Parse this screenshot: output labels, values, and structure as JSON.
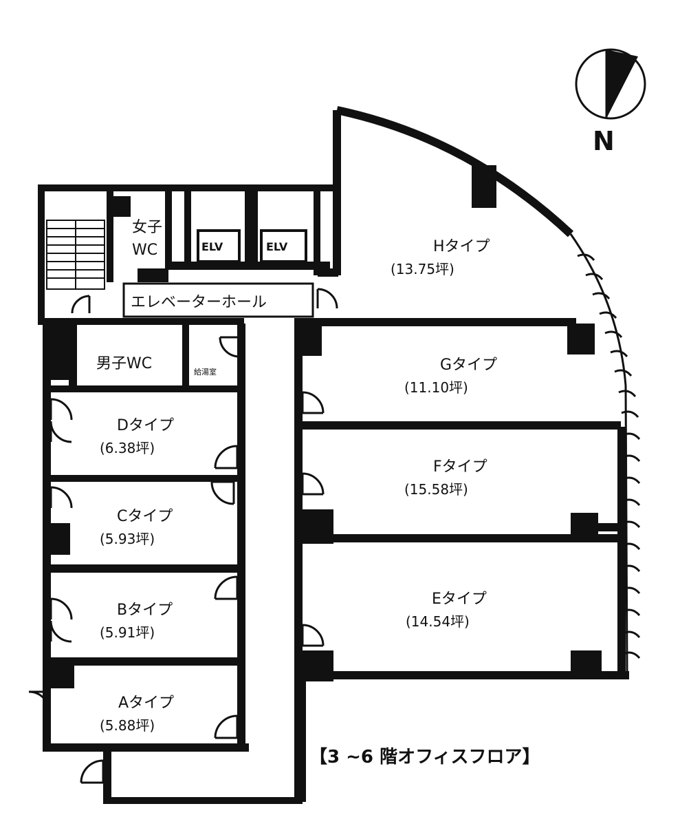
{
  "floor_title": "【3 ~6 階オフィスフロア】",
  "compass": {
    "label": "N",
    "icon": "north-arrow-icon"
  },
  "facilities": {
    "womens_wc": [
      "女子",
      "WC"
    ],
    "mens_wc": "男子WC",
    "elevator_1": "ELV",
    "elevator_2": "ELV",
    "elevator_hall": "エレベーターホール",
    "small_room": "給湯室"
  },
  "rooms": [
    {
      "id": "H",
      "name": "Hタイプ",
      "area": "(13.75坪)"
    },
    {
      "id": "G",
      "name": "Gタイプ",
      "area": "(11.10坪)"
    },
    {
      "id": "F",
      "name": "Fタイプ",
      "area": "(15.58坪)"
    },
    {
      "id": "E",
      "name": "Eタイプ",
      "area": "(14.54坪)"
    },
    {
      "id": "D",
      "name": "Dタイプ",
      "area": "(6.38坪)"
    },
    {
      "id": "C",
      "name": "Cタイプ",
      "area": "(5.93坪)"
    },
    {
      "id": "B",
      "name": "Bタイプ",
      "area": "(5.91坪)"
    },
    {
      "id": "A",
      "name": "Aタイプ",
      "area": "(5.88坪)"
    }
  ]
}
